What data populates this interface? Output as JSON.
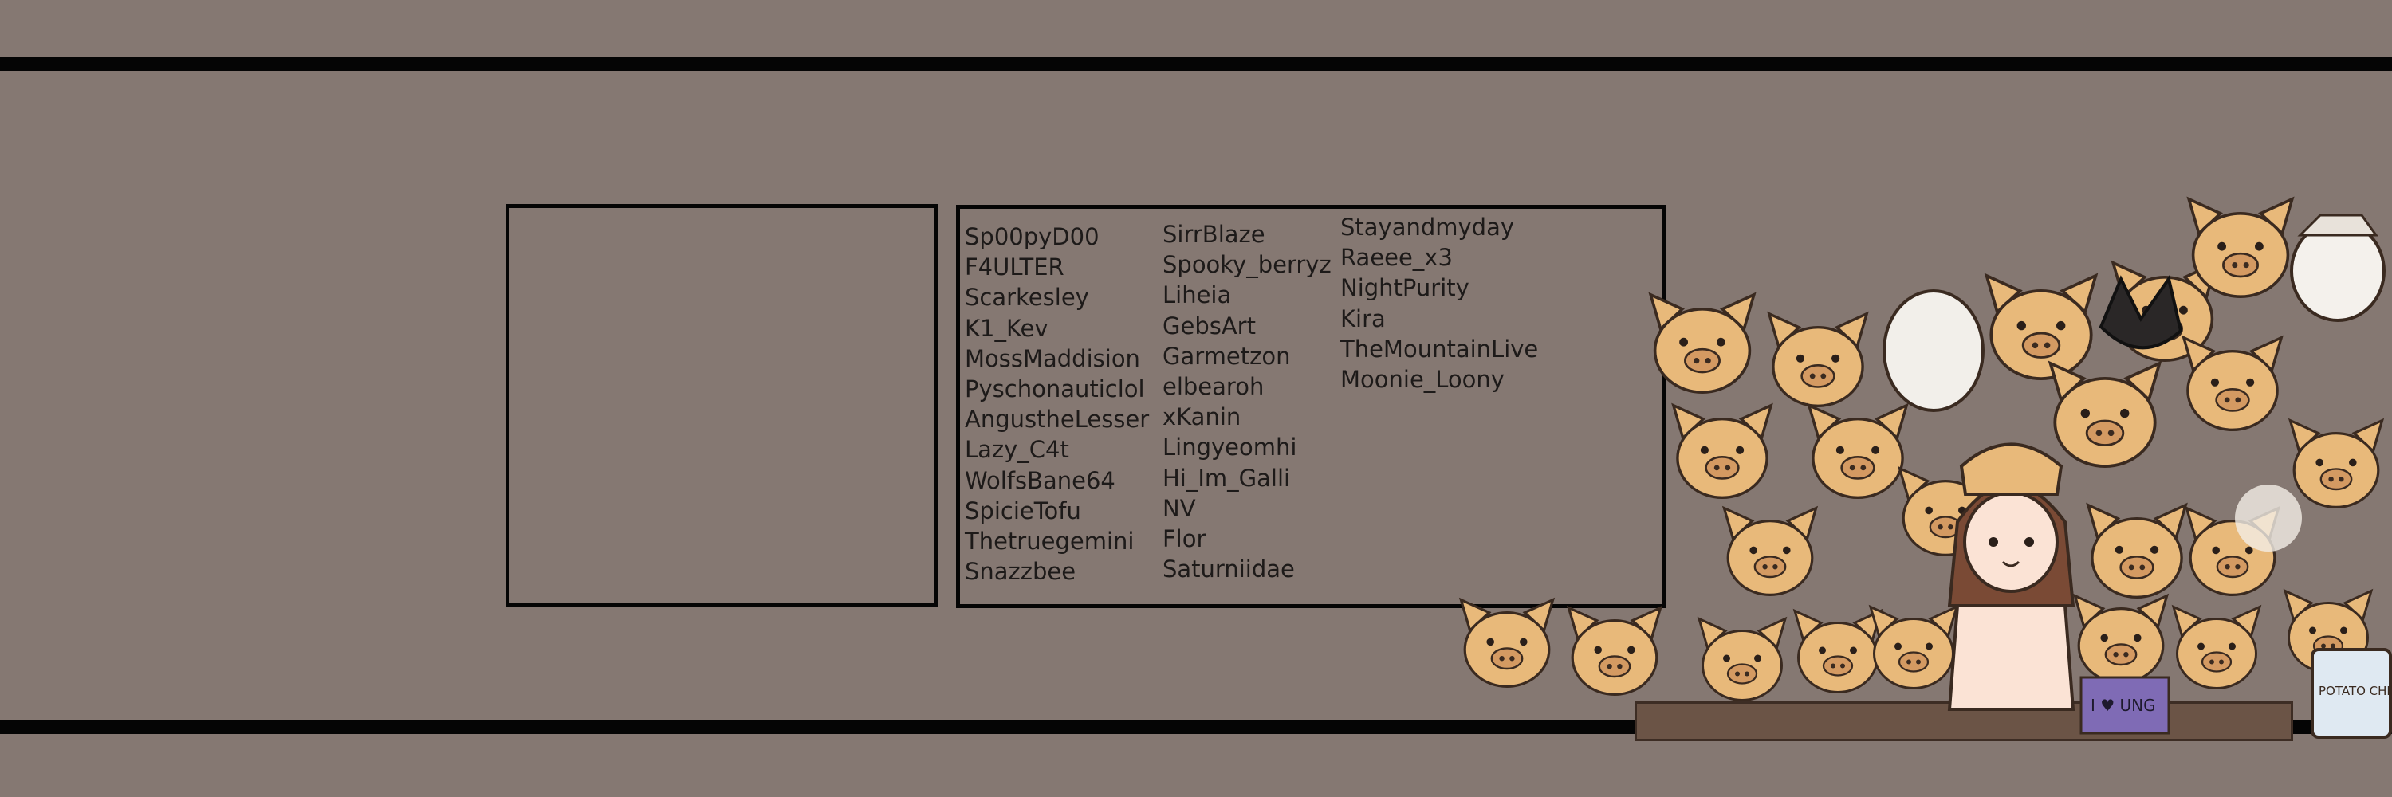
{
  "credits": {
    "column1": [
      "Sp00pyD00",
      "F4ULTER",
      "Scarkesley",
      "K1_Kev",
      "MossMaddision",
      "Pyschonauticlol",
      "AngustheLesser",
      "Lazy_C4t",
      "WolfsBane64",
      "SpicieTofu",
      "Thetruegemini",
      "Snazzbee"
    ],
    "column2": [
      "SirrBlaze",
      "Spooky_berryz",
      "Liheia",
      "GebsArt",
      "Garmetzon",
      "elbearoh",
      "xKanin",
      "Lingyeomhi",
      "Hi_Im_Galli",
      "NV",
      "Flor",
      "Saturniidae"
    ],
    "column3": [
      "Stayandmyday",
      "Raeee_x3",
      "NightPurity",
      "Kira",
      "TheMountainLive",
      "Moonie_Loony"
    ]
  },
  "illustration": {
    "chips_bag_text": "POTATO CHIPS",
    "shirt_text": "I ♥ UNG"
  },
  "colors": {
    "background": "#857872",
    "bands": "#050505",
    "pig_skin": "#e8b97a",
    "text": "#1d1a19"
  }
}
